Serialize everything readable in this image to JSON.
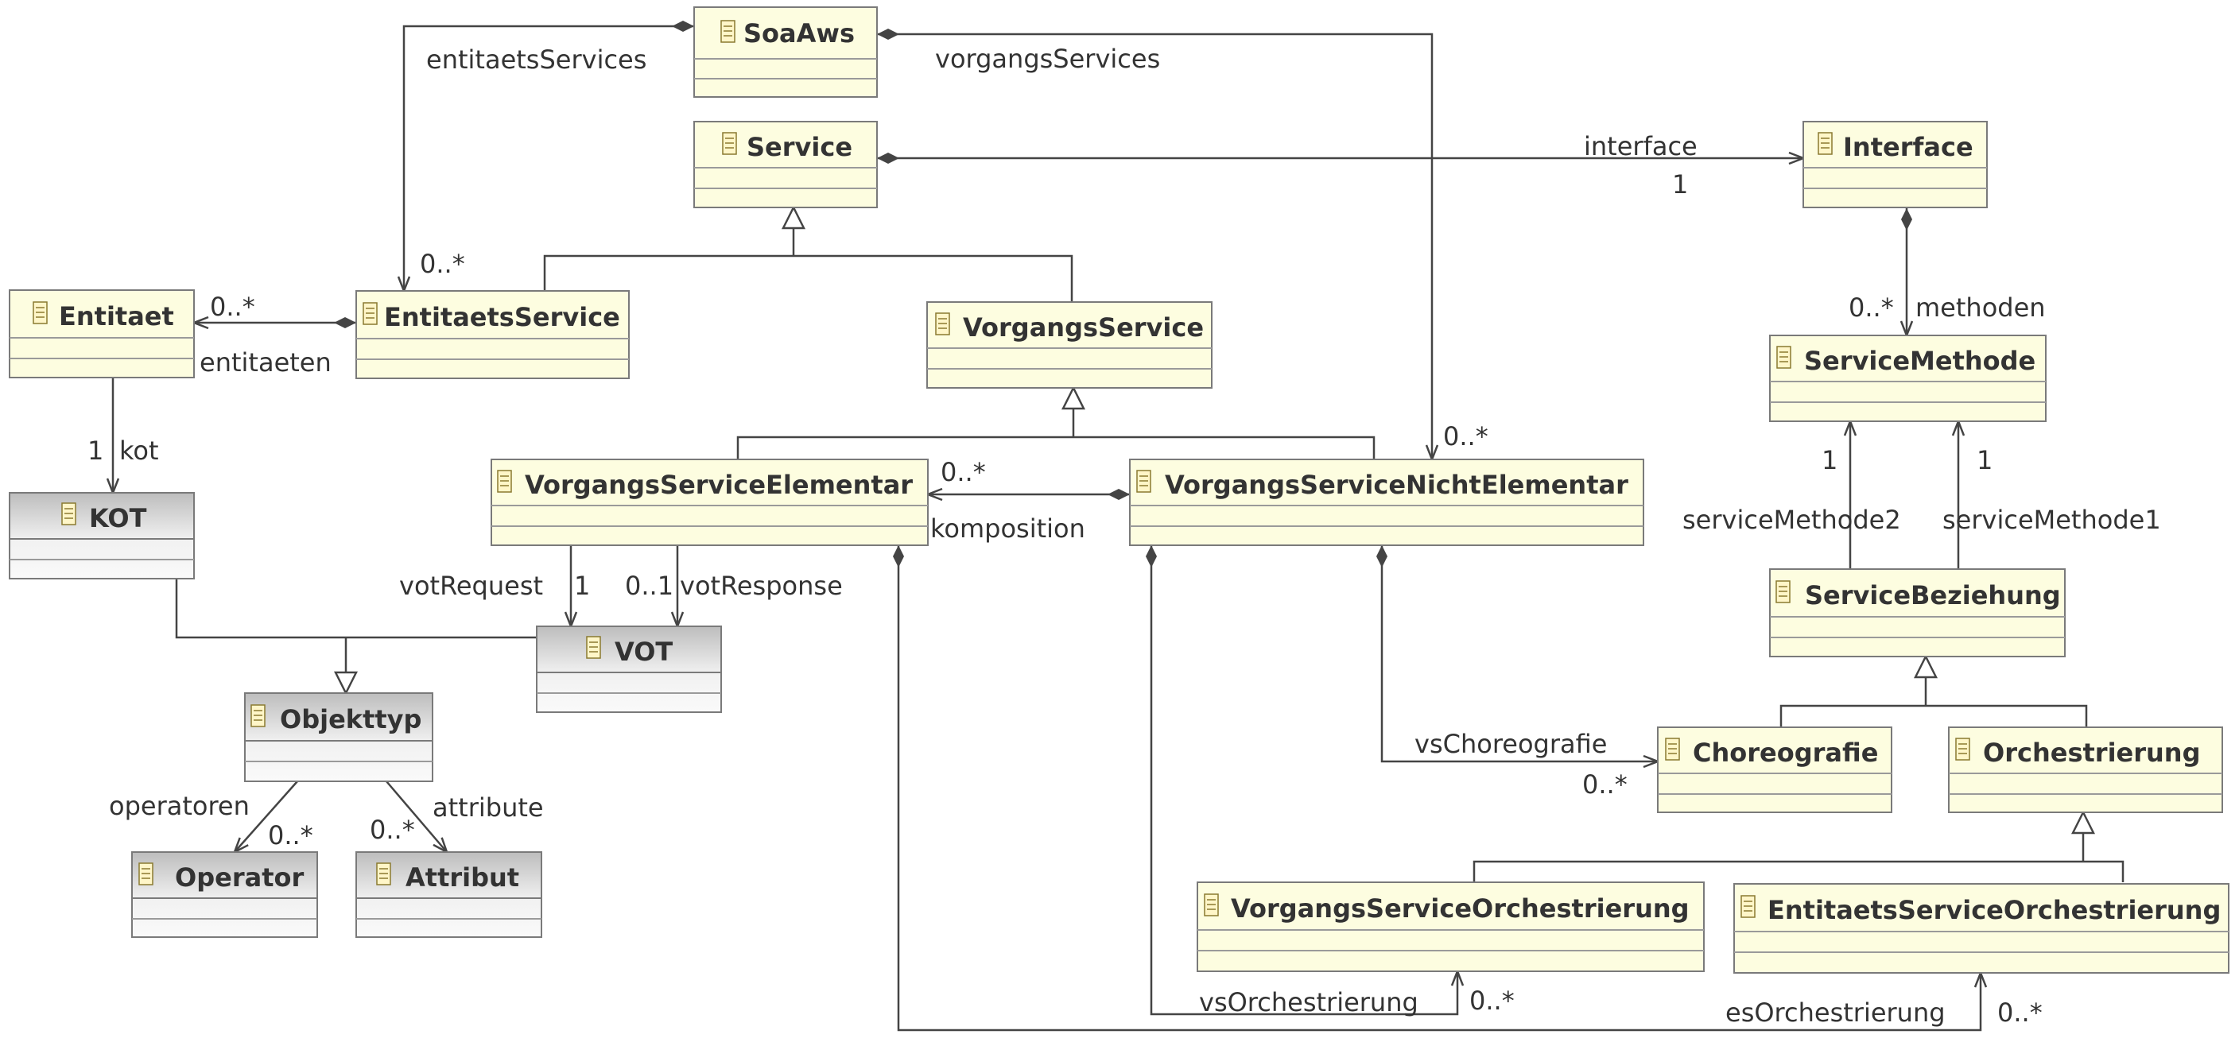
{
  "classes": {
    "soaaws": "SoaAws",
    "service": "Service",
    "interface": "Interface",
    "entitaet": "Entitaet",
    "entitaets_service": "EntitaetsService",
    "vorgangs_service": "VorgangsService",
    "service_methode": "ServiceMethode",
    "kot": "KOT",
    "vorgangs_service_elementar": "VorgangsServiceElementar",
    "vorgangs_service_nicht_elementar": "VorgangsServiceNichtElementar",
    "service_beziehung": "ServiceBeziehung",
    "vot": "VOT",
    "objekttyp": "Objekttyp",
    "choreografie": "Choreografie",
    "orchestrierung": "Orchestrierung",
    "operator": "Operator",
    "attribut": "Attribut",
    "vorgangs_service_orchestrierung": "VorgangsServiceOrchestrierung",
    "entitaets_service_orchestrierung": "EntitaetsServiceOrchestrierung"
  },
  "labels": {
    "entitaets_services": "entitaetsServices",
    "vorgangs_services": "vorgangsServices",
    "interface_role": "interface",
    "interface_mult": "1",
    "es_mult": "0..*",
    "entitaet_mult": "0..*",
    "entitaeten": "entitaeten",
    "kot_mult": "1",
    "kot_role": "kot",
    "methoden_mult": "0..*",
    "methoden": "methoden",
    "vsne_mult": "0..*",
    "komposition_mult": "0..*",
    "komposition": "komposition",
    "sm2_mult": "1",
    "sm1_mult": "1",
    "service_methode2": "serviceMethode2",
    "service_methode1": "serviceMethode1",
    "vot_request": "votRequest",
    "vot_request_mult": "1",
    "vot_response_mult": "0..1",
    "vot_response": "votResponse",
    "vs_choreografie": "vsChoreografie",
    "choreo_mult": "0..*",
    "operatoren": "operatoren",
    "operator_mult": "0..*",
    "attribute_mult": "0..*",
    "attribute": "attribute",
    "vs_orchestrierung": "vsOrchestrierung",
    "vso_mult": "0..*",
    "es_orchestrierung": "esOrchestrierung",
    "eso_mult": "0..*"
  },
  "colors": {
    "class_fill": "#fdfde0",
    "abstract_fill": "#d9d9d9",
    "line": "#444444",
    "text": "#333333"
  }
}
